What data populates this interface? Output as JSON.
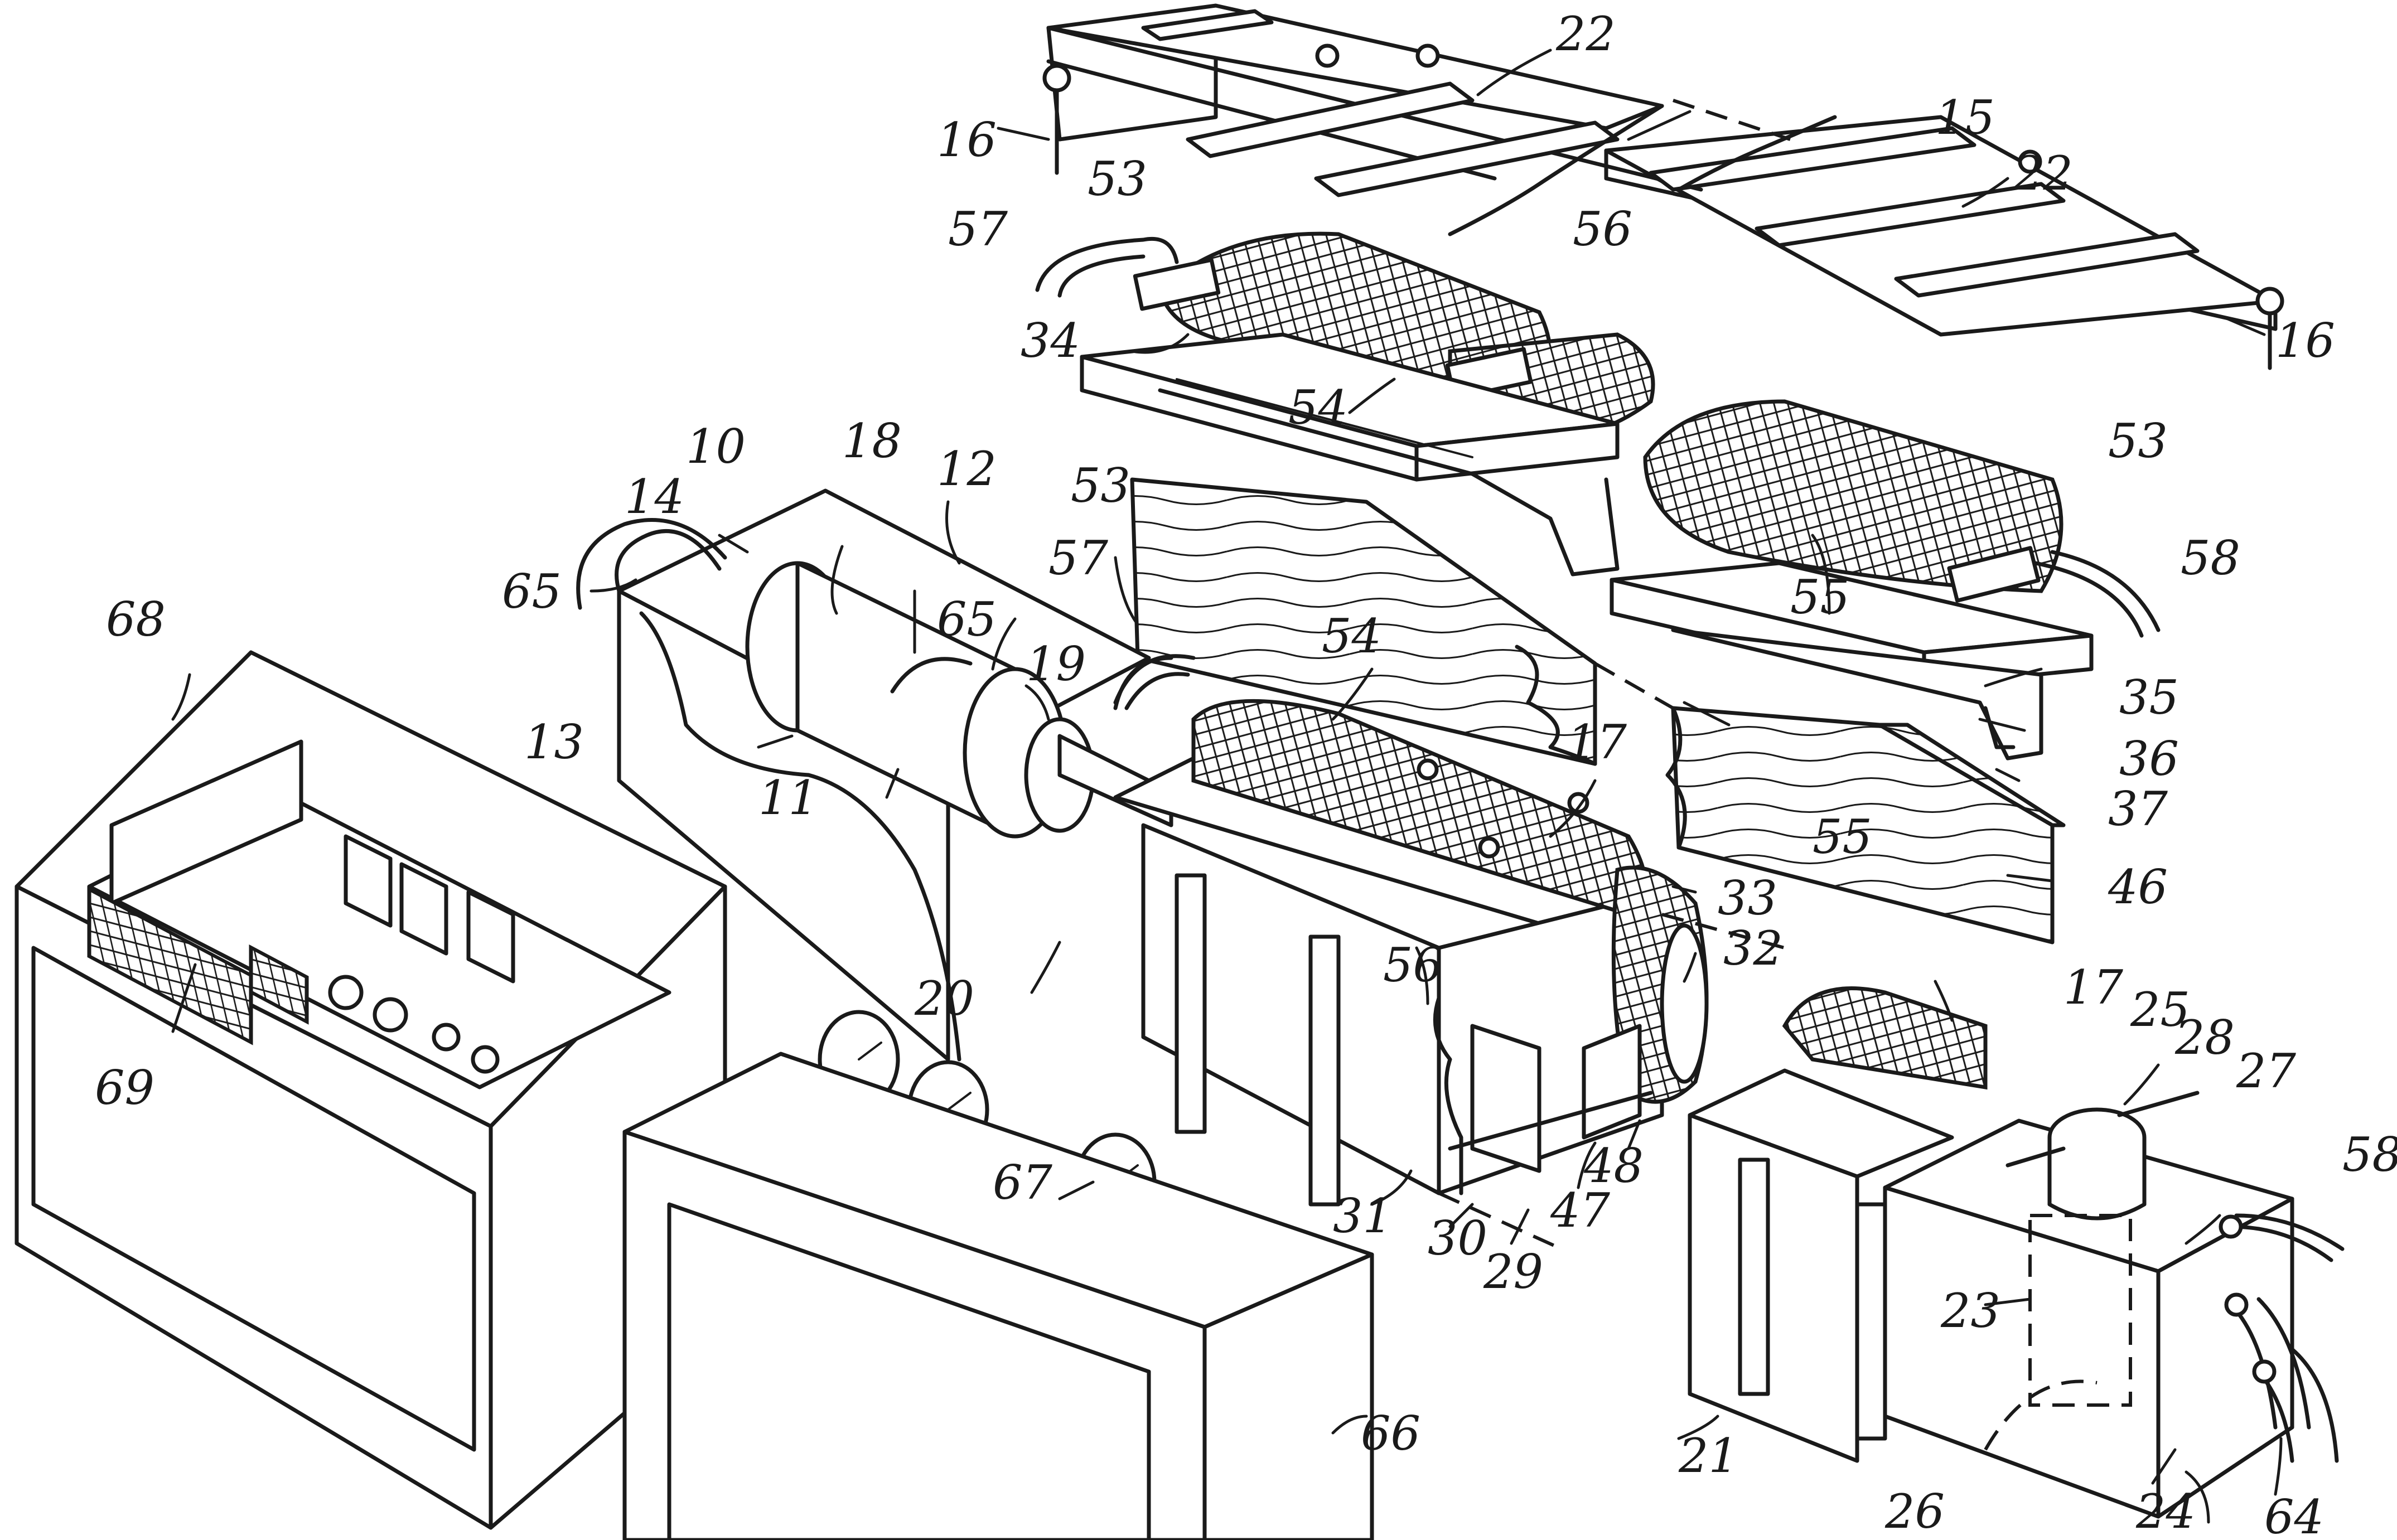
{
  "figure": {
    "labels": {
      "l10": "10",
      "l11": "11",
      "l12": "12",
      "l13": "13",
      "l14": "14",
      "l15": "15",
      "l16": "16",
      "l17": "17",
      "l18": "18",
      "l19": "19",
      "l20": "20",
      "l21": "21",
      "l22": "22",
      "l23": "23",
      "l24": "24",
      "l25": "25",
      "l26": "26",
      "l27": "27",
      "l28": "28",
      "l29": "29",
      "l30": "30",
      "l31": "31",
      "l32": "32",
      "l33": "33",
      "l34": "34",
      "l35": "35",
      "l36": "36",
      "l37": "37",
      "l46": "46",
      "l47": "47",
      "l48": "48",
      "l53": "53",
      "l54": "54",
      "l55": "55",
      "l56": "56",
      "l57": "57",
      "l58": "58",
      "l64": "64",
      "l65": "65",
      "l66": "66",
      "l67": "67",
      "l68": "68",
      "l69": "69"
    }
  }
}
